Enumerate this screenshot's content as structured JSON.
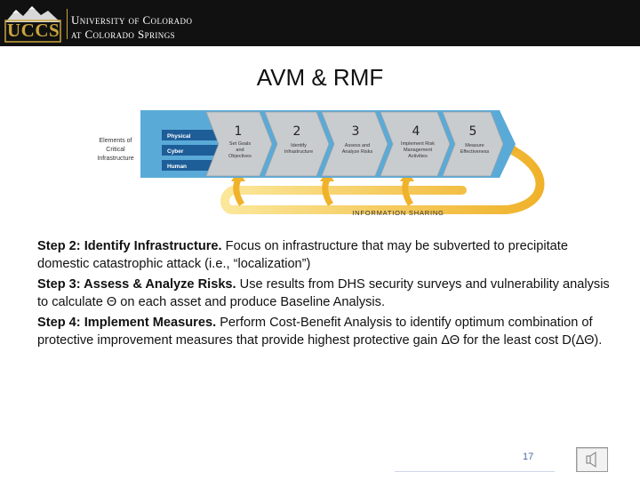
{
  "header": {
    "logo_text": "UCCS",
    "university_line1": "University of Colorado",
    "university_line2": "at Colorado Springs"
  },
  "slide": {
    "title": "AVM & RMF",
    "page_number": "17"
  },
  "diagram": {
    "left_label": [
      "Elements of",
      "Critical",
      "Infrastructure"
    ],
    "elements": [
      "Physical",
      "Cyber",
      "Human"
    ],
    "steps": [
      {
        "number": "1",
        "lines": [
          "Set Goals",
          "and",
          "Objectives"
        ]
      },
      {
        "number": "2",
        "lines": [
          "Identify",
          "Infrastructure"
        ]
      },
      {
        "number": "3",
        "lines": [
          "Assess and",
          "Analyze Risks"
        ]
      },
      {
        "number": "4",
        "lines": [
          "Implement Risk",
          "Management",
          "Activities"
        ]
      },
      {
        "number": "5",
        "lines": [
          "Measure",
          "Effectiveness"
        ]
      }
    ],
    "info_sharing": "INFORMATION SHARING",
    "colors": {
      "band": "#5aaad8",
      "chevron": "#c9cccf",
      "element": "#1d5d98",
      "arrow": "#f0b22a"
    }
  },
  "content": {
    "step2_label": "Step 2:  Identify Infrastructure.",
    "step2_text": "  Focus on infrastructure that may be subverted to precipitate domestic catastrophic attack (i.e., “localization”)",
    "step3_label": "Step 3: Assess & Analyze Risks.",
    "step3_text": "  Use results from DHS security surveys and vulnerability analysis to calculate Θ on each asset and produce Baseline Analysis.",
    "step4_label": "Step 4: Implement Measures.",
    "step4_text": "  Perform Cost-Benefit Analysis to identify optimum combination of protective improvement measures that provide highest protective gain ΔΘ for the least cost D(ΔΘ)."
  }
}
